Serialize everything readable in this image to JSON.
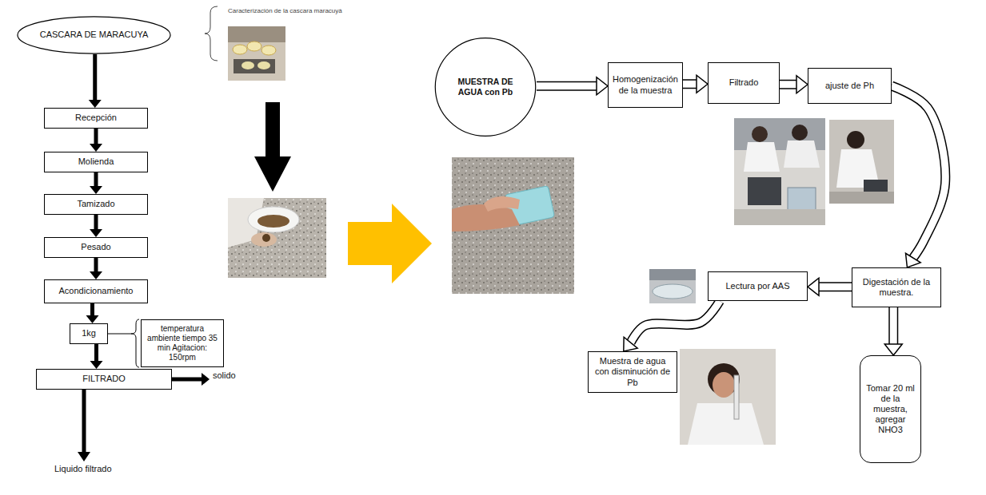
{
  "diagram": {
    "nodes": [
      {
        "text": [
          "CASCARA DE MARACUYA"
        ]
      },
      {
        "text": [
          "Recepción"
        ]
      },
      {
        "text": [
          "Molienda"
        ]
      },
      {
        "text": [
          "Tamizado"
        ]
      },
      {
        "text": [
          "Pesado"
        ]
      },
      {
        "text": [
          "Acondicionamiento"
        ]
      },
      {
        "text": [
          "1kg"
        ]
      },
      {
        "text": [
          "temperatura ambiente tiempo 35 min Agitacion: 150rpm"
        ]
      },
      {
        "text": [
          "FILTRADO"
        ]
      },
      {
        "text": [
          "MUESTRA DE AGUA con Pb"
        ]
      },
      {
        "text": [
          "Homogenización de la muestra"
        ]
      },
      {
        "text": [
          "Filtrado"
        ]
      },
      {
        "text": [
          "ajuste de Ph"
        ]
      },
      {
        "text": [
          "Digestación de la muestra."
        ]
      },
      {
        "text": [
          "Lectura por AAS"
        ]
      },
      {
        "text": [
          "Muestra de agua con disminución de Pb"
        ]
      },
      {
        "text": [
          "Tomar 20 ml de la muestra, agregar NHO3"
        ]
      }
    ],
    "edges": [
      {
        "from": 0,
        "to": 1,
        "arrow": "to"
      },
      {
        "from": 1,
        "to": 2,
        "arrow": "to"
      },
      {
        "from": 2,
        "to": 3,
        "arrow": "to"
      },
      {
        "from": 3,
        "to": 4,
        "arrow": "to"
      },
      {
        "from": 4,
        "to": 5,
        "arrow": "to"
      },
      {
        "from": 5,
        "to": 6,
        "arrow": "to"
      },
      {
        "from": 6,
        "to": 8,
        "arrow": "to"
      },
      {
        "from": 9,
        "to": 10,
        "arrow": "to"
      },
      {
        "from": 10,
        "to": 11,
        "arrow": "to"
      },
      {
        "from": 11,
        "to": 12,
        "arrow": "to"
      },
      {
        "from": 12,
        "to": 13,
        "arrow": "to"
      },
      {
        "from": 13,
        "to": 14,
        "arrow": "to"
      },
      {
        "from": 14,
        "to": 15,
        "arrow": "to"
      },
      {
        "from": 13,
        "to": 16,
        "arrow": "to"
      }
    ],
    "labels": [
      "Caracterización de la cascara maracuyá",
      "solido",
      "Liquido filtrado"
    ]
  }
}
